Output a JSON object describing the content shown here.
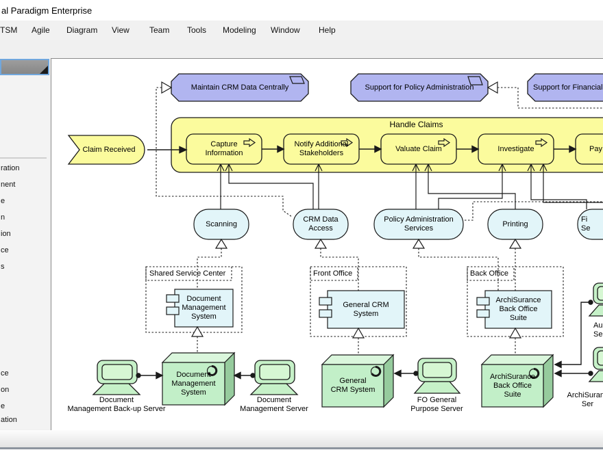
{
  "window": {
    "title": "al Paradigm Enterprise"
  },
  "menu": {
    "items": [
      "TSM",
      "Agile",
      "Diagram",
      "View",
      "Team",
      "Tools",
      "Modeling",
      "Window",
      "Help"
    ]
  },
  "palette": {
    "group1": [
      "ration",
      "nent",
      "e",
      "n",
      "ion",
      "ce",
      "s"
    ],
    "group2": [
      "ce",
      "on",
      "e",
      "ation"
    ]
  },
  "diagram": {
    "requirements": {
      "r1": "Maintain CRM Data Centrally",
      "r2": "Support for Policy Administration",
      "r3": "Support for Financial"
    },
    "event": "Claim Received",
    "band": "Handle Claims",
    "processes": {
      "p1": "Capture\nInformation",
      "p2": "Notify Additional\nStakeholders",
      "p3": "Valuate Claim",
      "p4": "Investigate",
      "p5": "Pay"
    },
    "services": {
      "s1": "Scanning",
      "s2": "CRM Data\nAccess",
      "s3": "Policy Administration\nServices",
      "s4": "Printing",
      "s5": "Fi\nSe"
    },
    "groups": {
      "g1": "Shared Service Center",
      "g2": "Front Office",
      "g3": "Back Office"
    },
    "components": {
      "c1": "Document\nManagement\nSystem",
      "c2": "General CRM\nSystem",
      "c3": "ArchiSurance\nBack Office\nSuite"
    },
    "nodes": {
      "n1": "Document\nManagement\nSystem",
      "n2": "General\nCRM System",
      "n3": "ArchiSurance\nBack Office\nSuite"
    },
    "devices": {
      "d1": "Document\nManagement Back-up Server",
      "d2": "Document\nManagement Server",
      "d3": "FO General\nPurpose Server",
      "d4": "Au\nSe",
      "d5": "ArchiSuranc\nSer"
    },
    "colors": {
      "requirement": "#b1b5f0",
      "process": "#fbfb9d",
      "service": "#e2f5f9",
      "node": "#c2efc8"
    }
  }
}
